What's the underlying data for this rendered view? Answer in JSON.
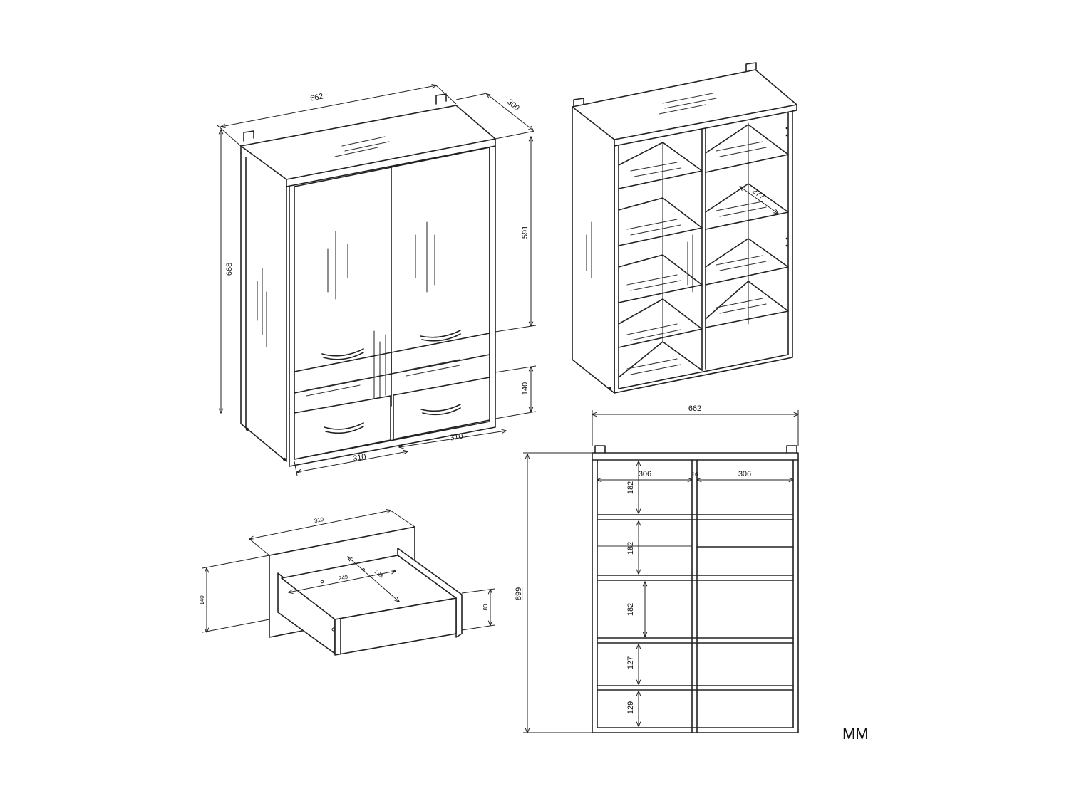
{
  "unit_label": "MM",
  "view_closed": {
    "width": "662",
    "depth": "300",
    "height": "668",
    "door_height": "591",
    "drawer_height": "140",
    "drawer_left_width": "310",
    "drawer_right_width": "310"
  },
  "view_open": {
    "shelf_depth": "277"
  },
  "view_drawer": {
    "width": "310",
    "front_height": "140",
    "box_height": "80",
    "inner_width": "249",
    "inner_depth": "233"
  },
  "view_front": {
    "width": "662",
    "height": "899",
    "left_compartment_width": "306",
    "divider_thickness": "16",
    "right_compartment_width": "306",
    "shelf_spacing_1": "182",
    "shelf_spacing_2": "182",
    "shelf_spacing_3": "182",
    "shelf_spacing_4": "127",
    "shelf_spacing_5": "129"
  }
}
